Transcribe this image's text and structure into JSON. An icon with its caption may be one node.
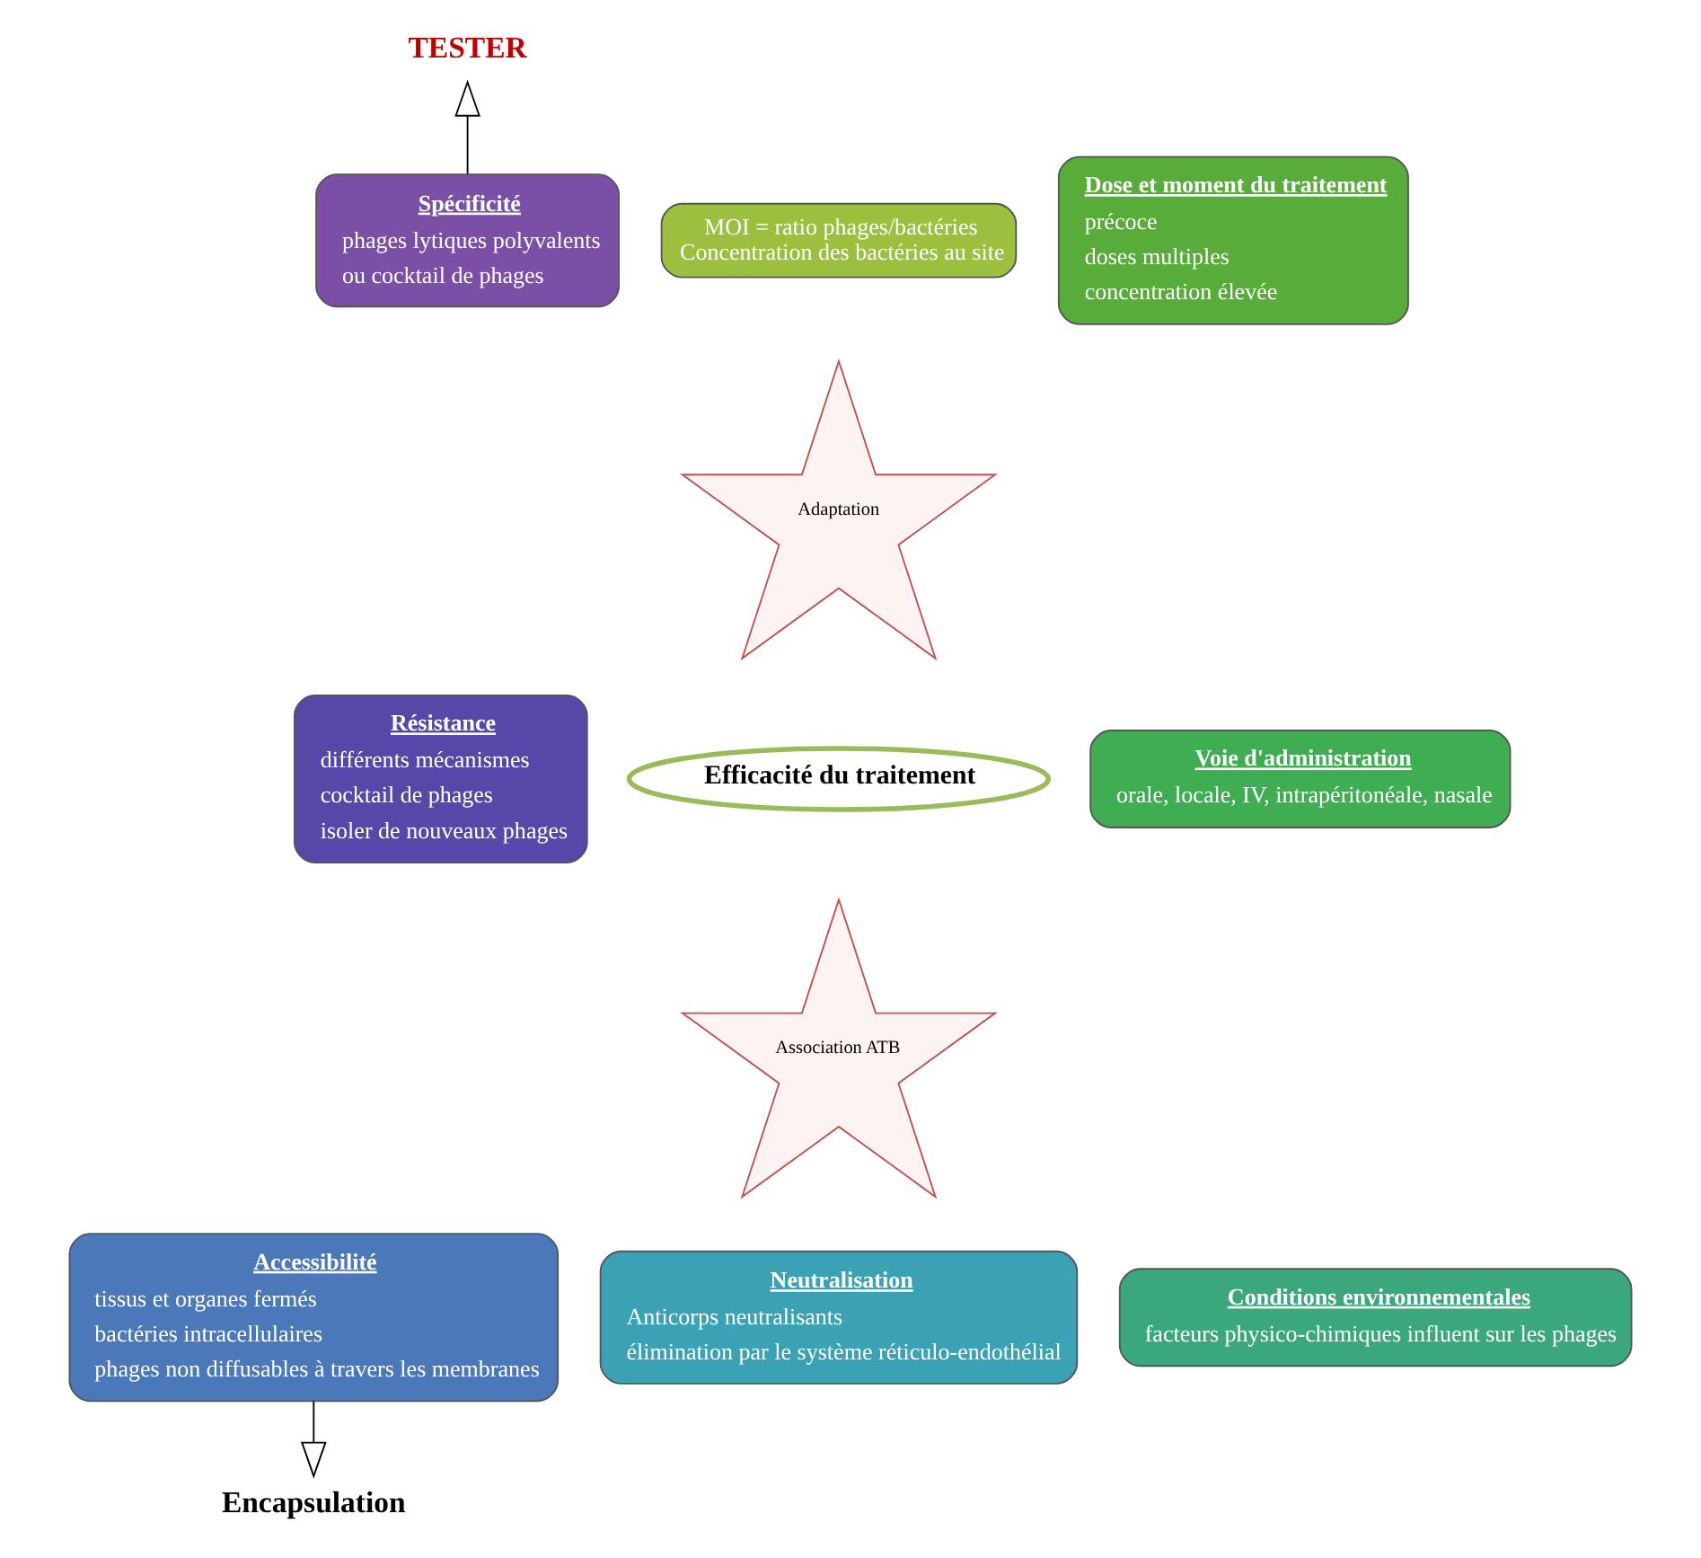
{
  "diagram": {
    "nodes": [
      {
        "text": [
          "TESTER"
        ]
      },
      {
        "text": [
          "Spécificité",
          "phages lytiques polyvalents",
          "ou cocktail de phages"
        ]
      },
      {
        "text": [
          "MOI = ratio phages/bactéries",
          "Concentration des bactéries au site"
        ]
      },
      {
        "text": [
          "Dose et moment du traitement",
          "précoce",
          "doses multiples",
          "concentration élevée"
        ]
      },
      {
        "text": [
          "Adaptation"
        ]
      },
      {
        "text": [
          "Résistance",
          "différents mécanismes",
          "cocktail de phages",
          "isoler de nouveaux phages"
        ]
      },
      {
        "text": [
          "Efficacité du traitement"
        ]
      },
      {
        "text": [
          "Voie d'administration",
          "orale, locale, IV, intrapéritonéale, nasale"
        ]
      },
      {
        "text": [
          "Association ATB"
        ]
      },
      {
        "text": [
          "Conditions environnementales",
          "facteurs physico-chimiques influent sur les phages"
        ]
      },
      {
        "text": [
          "Accessibilité",
          "tissus et organes fermés",
          "bactéries intracellulaires",
          "phages non diffusables à travers les membranes"
        ]
      },
      {
        "text": [
          "Neutralisation",
          "Anticorps neutralisants",
          "élimination par le système réticulo-endothélial"
        ]
      },
      {
        "text": [
          "Encapsulation"
        ]
      }
    ],
    "edges": [
      {
        "from": 1,
        "to": 0,
        "arrow": "to"
      },
      {
        "from": 10,
        "to": 12,
        "arrow": "to"
      }
    ]
  }
}
